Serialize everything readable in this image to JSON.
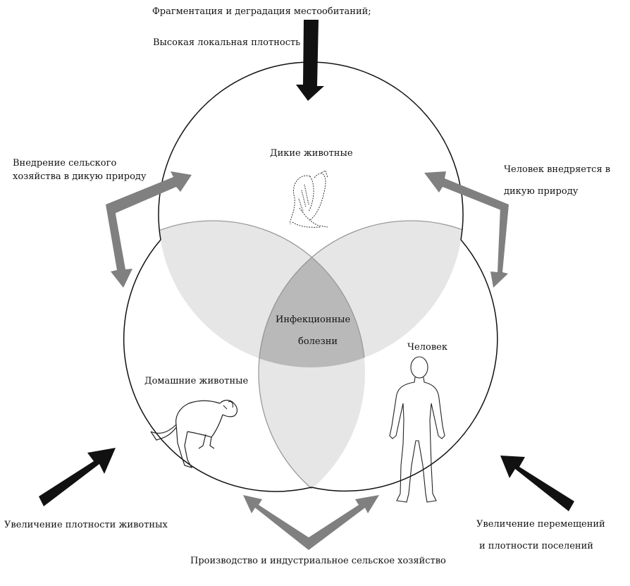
{
  "circles": {
    "wild": {
      "label": "Дикие животные",
      "icon": "bird-icon"
    },
    "domestic": {
      "label": "Домашние животные",
      "icon": "dog-icon"
    },
    "human": {
      "label": "Человек",
      "icon": "human-silhouette-icon"
    },
    "center": {
      "line1": "Инфекционные",
      "line2": "болезни"
    }
  },
  "drivers": {
    "top": {
      "line1": "Фрагментация и деградация местообитаний;",
      "line2": "Высокая локальная плотность"
    },
    "left": {
      "line1": "Внедрение сельского",
      "line2": "хозяйства в дикую природу"
    },
    "right": {
      "line1": "Человек внедряется в",
      "line2": "дикую природу"
    },
    "bottom_left": {
      "text": "Увеличение плотности животных"
    },
    "bottom_right": {
      "line1": "Увеличение перемещений",
      "line2": "и плотности поселений"
    },
    "bottom": {
      "text": "Производство и индустриальное сельское хозяйство"
    }
  },
  "colors": {
    "circle_stroke": "#111111",
    "overlap_fill": "#e6e6e6",
    "center_fill": "#b9b9b9",
    "arrow_black": "#111111",
    "arrow_gray": "#808080"
  }
}
